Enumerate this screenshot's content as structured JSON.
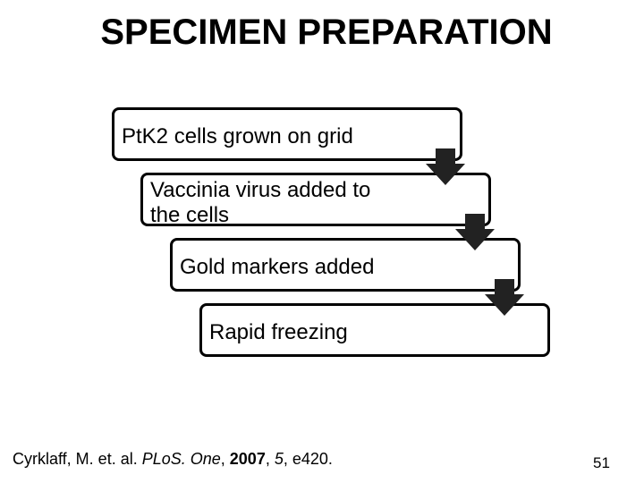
{
  "slide": {
    "title": "SPECIMEN PREPARATION",
    "page_number": "51"
  },
  "flow": {
    "steps": [
      {
        "label": "PtK2 cells grown on grid"
      },
      {
        "label_line1": "Vaccinia virus added to",
        "label_line2": "the cells"
      },
      {
        "label": "Gold markers added"
      },
      {
        "label": "Rapid freezing"
      }
    ],
    "arrow_icon": "down-arrow-icon",
    "arrow_color": "#222222",
    "border_color": "#000000"
  },
  "citation": {
    "authors": "Cyrklaff, M. et. al. ",
    "journal": "PLoS. One",
    "sep1": ", ",
    "year": "2007",
    "sep2": ", ",
    "volume": "5",
    "article": ", e420."
  }
}
